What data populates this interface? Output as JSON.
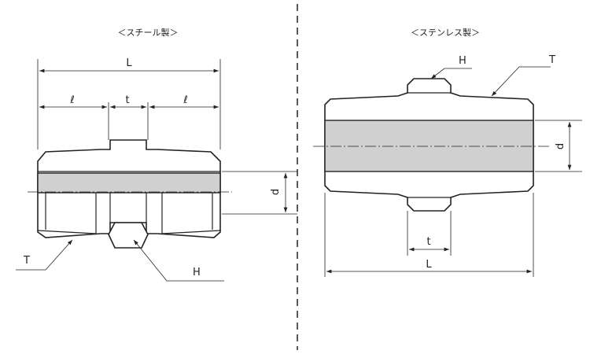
{
  "left": {
    "title": "＜スチール製＞",
    "labels": {
      "L": "L",
      "l1": "ℓ",
      "t": "t",
      "l2": "ℓ",
      "d": "d",
      "T": "T",
      "H": "H"
    }
  },
  "right": {
    "title": "＜ステンレス製＞",
    "labels": {
      "H": "H",
      "T": "T",
      "d": "d",
      "t": "t",
      "L": "L"
    }
  },
  "colors": {
    "band": "#d0d0d0",
    "line": "#222222"
  }
}
